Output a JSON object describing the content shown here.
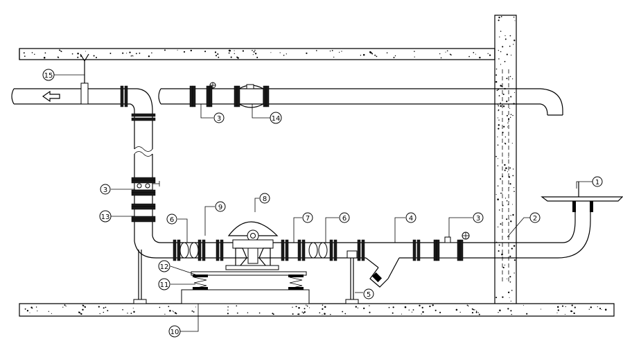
{
  "diagram": {
    "labels": {
      "l1": "1",
      "l2": "2",
      "l3a": "3",
      "l3b": "3",
      "l3c": "3",
      "l4": "4",
      "l5": "5",
      "l6a": "6",
      "l6b": "6",
      "l7": "7",
      "l8": "8",
      "l9": "9",
      "l10": "10",
      "l11": "11",
      "l12": "12",
      "l13": "13",
      "l14": "14",
      "l15": "15"
    },
    "colors": {
      "line": "#000000",
      "background": "#ffffff"
    },
    "flow_arrow_icon": "arrow-left-icon"
  }
}
